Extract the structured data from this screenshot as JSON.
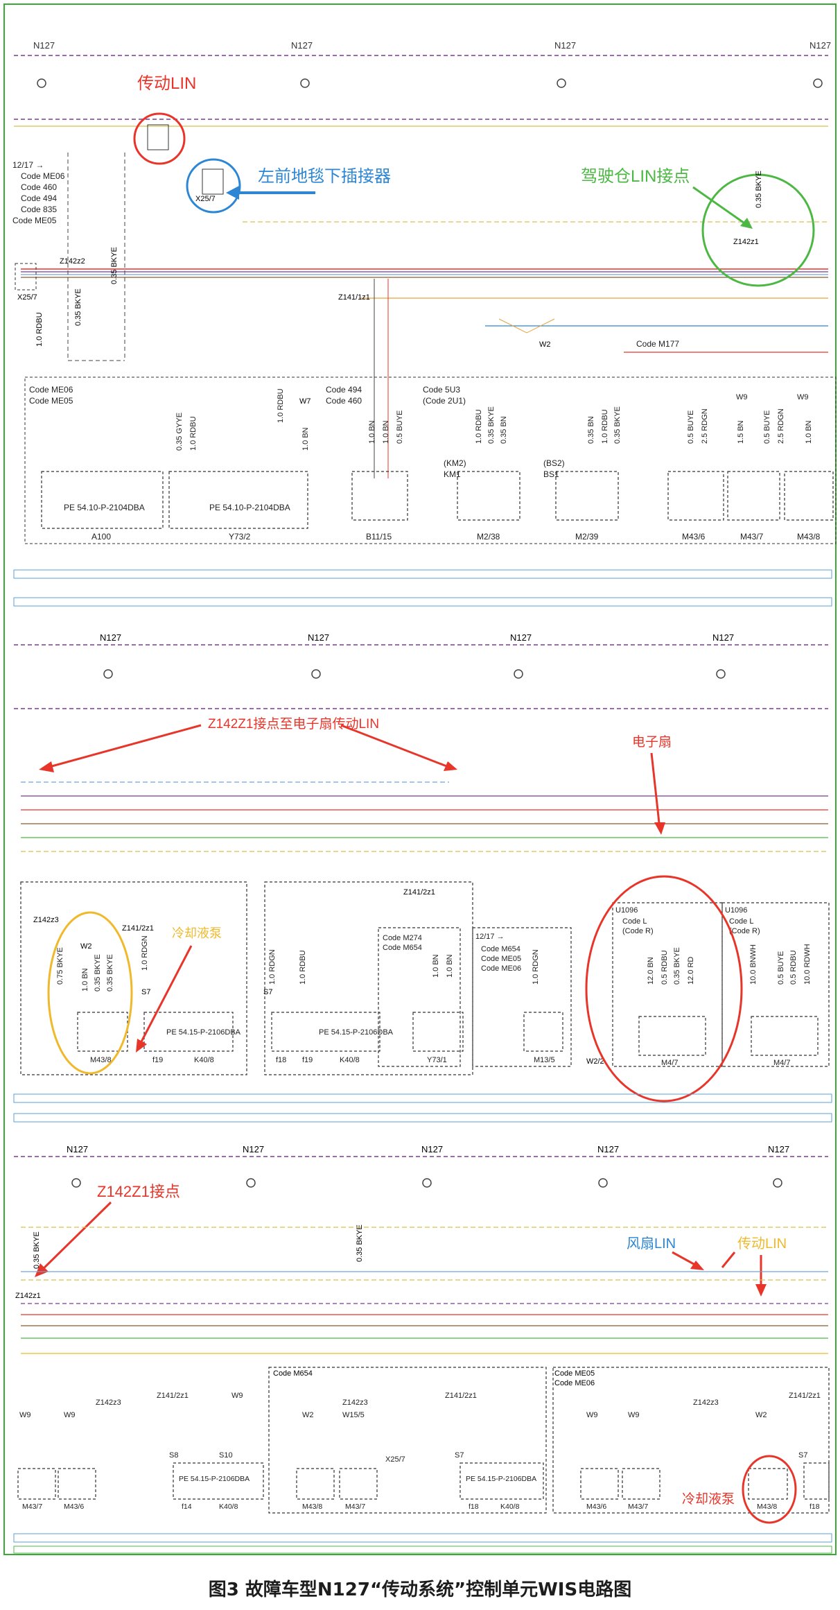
{
  "caption": "图3 故障车型N127“传动系统”控制单元WIS电路图",
  "sheet_label": "N127",
  "annotations": {
    "drive_lin": "传动LIN",
    "front_connector": "左前地毯下插接器",
    "cabin_lin": "驾驶仓LIN接点",
    "z142_to_fan": "Z142Z1接点至电子扇传动LIN",
    "e_fan": "电子扇",
    "coolant_pump": "冷却液泵",
    "z142_point": "Z142Z1接点",
    "fan_lin": "风扇LIN",
    "drive_lin2": "传动LIN",
    "coolant_pump2": "冷却液泵"
  },
  "codes": {
    "panel1_left": [
      "12/17 →",
      "Code ME06",
      "Code 460",
      "Code 494",
      "Code 835",
      "Code ME05"
    ],
    "a100_group": [
      "Code ME06",
      "Code ME05"
    ],
    "b11_group": [
      "Code 494",
      "Code 460"
    ],
    "m238_group": [
      "Code 5U3",
      "(Code 2U1)"
    ],
    "m177": "Code M177",
    "y731_group": [
      "Code M274",
      "Code M654"
    ],
    "m135_group": [
      "12/17 →",
      "Code M654",
      "Code ME05",
      "Code ME06"
    ],
    "u1096_a": [
      "U1096",
      "Code L",
      "(Code R)"
    ],
    "u1096_b": [
      "U1096",
      "Code L",
      "(Code R)"
    ],
    "p3_m654": "Code M654",
    "p3_me05": [
      "Code ME05",
      "Code ME06"
    ]
  },
  "splices": {
    "z142z2": "Z142z2",
    "z141_1z1": "Z141/1z1",
    "z142z1": "Z142z1",
    "w2": "W2",
    "x25_7": "X25/7",
    "z141_2z1": "Z141/2z1",
    "z142z3": "Z142z3",
    "w7": "W7",
    "w9": "W9",
    "w15": "W15/5",
    "w2_2": "W2/2"
  },
  "wires": {
    "w1": "0.35 BKYE",
    "w2": "1.0 RDBU",
    "w3": "0.35 GYYE",
    "w4": "1.0 BN",
    "w5": "0.5 BUYE",
    "w6": "0.35 BN",
    "w7": "2.5 RDGN",
    "w8": "1.5 BN",
    "w9": "0.75 BKYE",
    "w10": "1.0 RDGN",
    "w11": "12.0 BN",
    "w12": "0.5 RDBU",
    "w13": "12.0 RD",
    "w14": "10.0 BNWH",
    "w15": "10.0 RDWH",
    "w16": "0.35 BKYE"
  },
  "components": {
    "a100": {
      "label": "A100",
      "part": "PE 54.10-P-2104DBA"
    },
    "y73_2": {
      "label": "Y73/2",
      "part": "PE 54.10-P-2104DBA"
    },
    "b11_15": {
      "label": "B11/15"
    },
    "m2_38": {
      "label": "M2/38",
      "tag": "(KM2)",
      "tag2": "KM1"
    },
    "m2_39": {
      "label": "M2/39",
      "tag": "(BS2)",
      "tag2": "BS1"
    },
    "m43_6": {
      "label": "M43/6"
    },
    "m43_7": {
      "label": "M43/7"
    },
    "m43_8": {
      "label": "M43/8"
    },
    "k40_8a": {
      "label": "K40/8",
      "part": "PE 54.15-P-2106DBA"
    },
    "k40_8b": {
      "label": "K40/8",
      "part": "PE 54.15-P-2106DBA"
    },
    "y73_1": {
      "label": "Y73/1"
    },
    "m13_5": {
      "label": "M13/5"
    },
    "m4_7a": {
      "label": "M4/7"
    },
    "m4_7b": {
      "label": "M4/7"
    },
    "p3_m437a": {
      "label": "M43/7"
    },
    "p3_m436a": {
      "label": "M43/6"
    },
    "p3_k408a": {
      "label": "K40/8",
      "part": "PE 54.15-P-2106DBA"
    },
    "p3_m438": {
      "label": "M43/8"
    },
    "p3_m437b": {
      "label": "M43/7"
    },
    "p3_k408b": {
      "label": "K40/8",
      "part": "PE 54.15-P-2106DBA"
    },
    "p3_m436b": {
      "label": "M43/6"
    },
    "p3_m437c": {
      "label": "M43/7"
    },
    "p3_m438b": {
      "label": "M43/8"
    }
  },
  "fuses": {
    "f18": "f18",
    "f19": "f19",
    "f14": "f14",
    "s7": "S7",
    "s8": "S8",
    "s10": "S10"
  },
  "colors": {
    "red_annot": "#e8352a",
    "blue_annot": "#2c86d4",
    "green_annot": "#4cb843",
    "yellow_annot": "#f0b92b",
    "frame": "#3aaa35"
  }
}
